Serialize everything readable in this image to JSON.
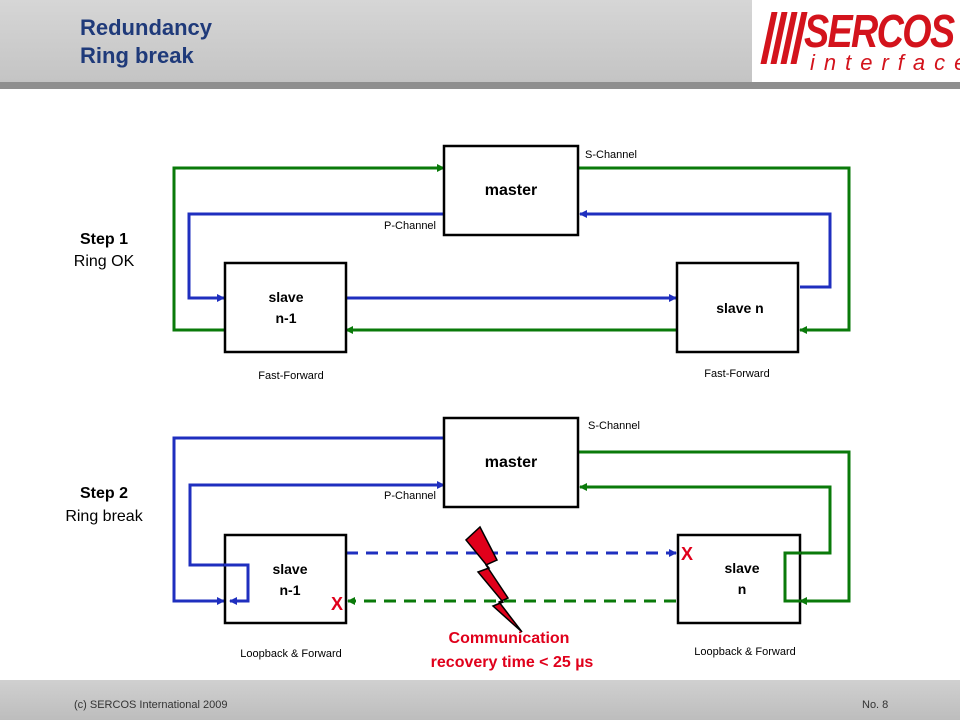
{
  "header": {
    "title_line1": "Redundancy",
    "title_line2": "Ring break",
    "logo_main": "SERCOS",
    "logo_sub": "interface"
  },
  "step1": {
    "title": "Step 1",
    "subtitle": "Ring OK",
    "master": "master",
    "s_channel": "S-Channel",
    "p_channel": "P-Channel",
    "slave_left_line1": "slave",
    "slave_left_line2": "n-1",
    "slave_right": "slave n",
    "mode_left": "Fast-Forward",
    "mode_right": "Fast-Forward"
  },
  "step2": {
    "title": "Step 2",
    "subtitle": "Ring break",
    "master": "master",
    "s_channel": "S-Channel",
    "p_channel": "P-Channel",
    "slave_left_line1": "slave",
    "slave_left_line2": "n-1",
    "slave_right_line1": "slave",
    "slave_right_line2": "n",
    "mode_left": "Loopback & Forward",
    "mode_right": "Loopback & Forward",
    "break_mark": "X",
    "recovery_line1": "Communication",
    "recovery_line2": "recovery time < 25 µs"
  },
  "footer": {
    "copyright": "(c) SERCOS International 2009",
    "page": "No. 8"
  },
  "colors": {
    "p_channel": "#1f2fbf",
    "s_channel": "#0a7a0a",
    "alert": "#e0001b",
    "title": "#1f3a7a"
  }
}
